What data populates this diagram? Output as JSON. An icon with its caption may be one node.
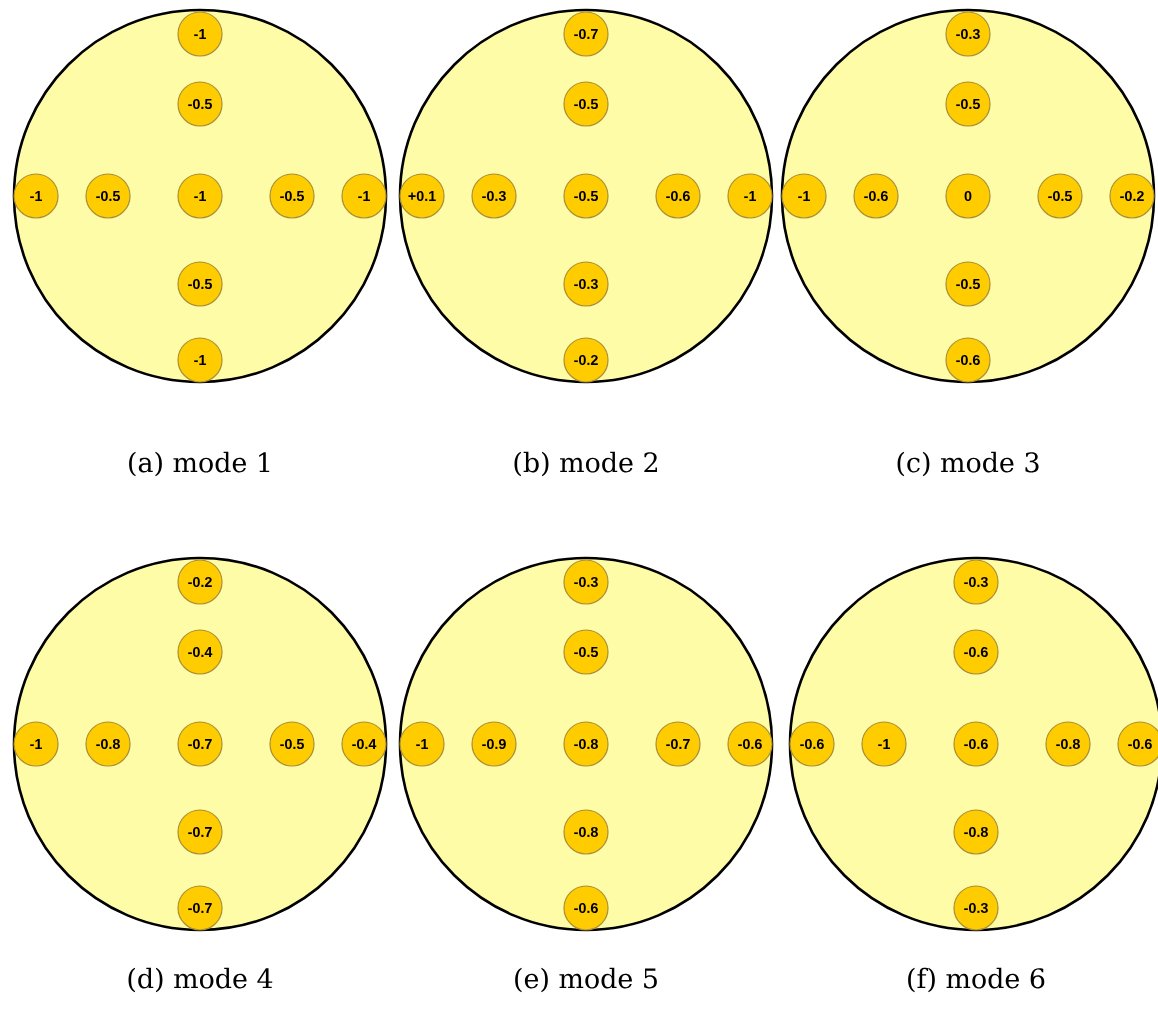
{
  "diagram": {
    "nodes": [
      {
        "text": [],
        "shape": "circle",
        "beside": [
          "(a) mode 1"
        ]
      },
      {
        "text": [
          "-1"
        ],
        "in": 0
      },
      {
        "text": [
          "-0.5"
        ],
        "in": 0
      },
      {
        "text": [
          "-1"
        ],
        "in": 0
      },
      {
        "text": [
          "-0.5"
        ],
        "in": 0
      },
      {
        "text": [
          "-1"
        ],
        "in": 0
      },
      {
        "text": [
          "-0.5"
        ],
        "in": 0
      },
      {
        "text": [
          "-1"
        ],
        "in": 0
      },
      {
        "text": [
          "-0.5"
        ],
        "in": 0
      },
      {
        "text": [
          "-1"
        ],
        "in": 0
      },
      {
        "text": [],
        "shape": "circle",
        "beside": [
          "(b) mode 2"
        ]
      },
      {
        "text": [
          "-0.7"
        ],
        "in": 10
      },
      {
        "text": [
          "-0.5"
        ],
        "in": 10
      },
      {
        "text": [
          "+0.1"
        ],
        "in": 10
      },
      {
        "text": [
          "-0.3"
        ],
        "in": 10
      },
      {
        "text": [
          "-0.5"
        ],
        "in": 10
      },
      {
        "text": [
          "-0.6"
        ],
        "in": 10
      },
      {
        "text": [
          "-1"
        ],
        "in": 10
      },
      {
        "text": [
          "-0.3"
        ],
        "in": 10
      },
      {
        "text": [
          "-0.2"
        ],
        "in": 10
      },
      {
        "text": [],
        "shape": "circle",
        "beside": [
          "(c) mode 3"
        ]
      },
      {
        "text": [
          "-0.3"
        ],
        "in": 20
      },
      {
        "text": [
          "-0.5"
        ],
        "in": 20
      },
      {
        "text": [
          "-1"
        ],
        "in": 20
      },
      {
        "text": [
          "-0.6"
        ],
        "in": 20
      },
      {
        "text": [
          "0"
        ],
        "in": 20
      },
      {
        "text": [
          "-0.5"
        ],
        "in": 20
      },
      {
        "text": [
          "-0.2"
        ],
        "in": 20
      },
      {
        "text": [
          "-0.5"
        ],
        "in": 20
      },
      {
        "text": [
          "-0.6"
        ],
        "in": 20
      },
      {
        "text": [],
        "shape": "circle",
        "beside": [
          "(d) mode 4"
        ]
      },
      {
        "text": [
          "-0.2"
        ],
        "in": 30
      },
      {
        "text": [
          "-0.4"
        ],
        "in": 30
      },
      {
        "text": [
          "-1"
        ],
        "in": 30
      },
      {
        "text": [
          "-0.8"
        ],
        "in": 30
      },
      {
        "text": [
          "-0.7"
        ],
        "in": 30
      },
      {
        "text": [
          "-0.5"
        ],
        "in": 30
      },
      {
        "text": [
          "-0.4"
        ],
        "in": 30
      },
      {
        "text": [
          "-0.7"
        ],
        "in": 30
      },
      {
        "text": [
          "-0.7"
        ],
        "in": 30
      },
      {
        "text": [],
        "shape": "circle",
        "beside": [
          "(e) mode 5"
        ]
      },
      {
        "text": [
          "-0.3"
        ],
        "in": 40
      },
      {
        "text": [
          "-0.5"
        ],
        "in": 40
      },
      {
        "text": [
          "-1"
        ],
        "in": 40
      },
      {
        "text": [
          "-0.9"
        ],
        "in": 40
      },
      {
        "text": [
          "-0.8"
        ],
        "in": 40
      },
      {
        "text": [
          "-0.7"
        ],
        "in": 40
      },
      {
        "text": [
          "-0.6"
        ],
        "in": 40
      },
      {
        "text": [
          "-0.8"
        ],
        "in": 40
      },
      {
        "text": [
          "-0.6"
        ],
        "in": 40
      },
      {
        "text": [],
        "shape": "circle",
        "beside": [
          "(f) mode 6"
        ]
      },
      {
        "text": [
          "-0.3"
        ],
        "in": 50
      },
      {
        "text": [
          "-0.6"
        ],
        "in": 50
      },
      {
        "text": [
          "-0.6"
        ],
        "in": 50
      },
      {
        "text": [
          "-1"
        ],
        "in": 50
      },
      {
        "text": [
          "-0.6"
        ],
        "in": 50
      },
      {
        "text": [
          "-0.8"
        ],
        "in": 50
      },
      {
        "text": [
          "-0.6"
        ],
        "in": 50
      },
      {
        "text": [
          "-0.8"
        ],
        "in": 50
      },
      {
        "text": [
          "-0.3"
        ],
        "in": 50
      }
    ]
  }
}
